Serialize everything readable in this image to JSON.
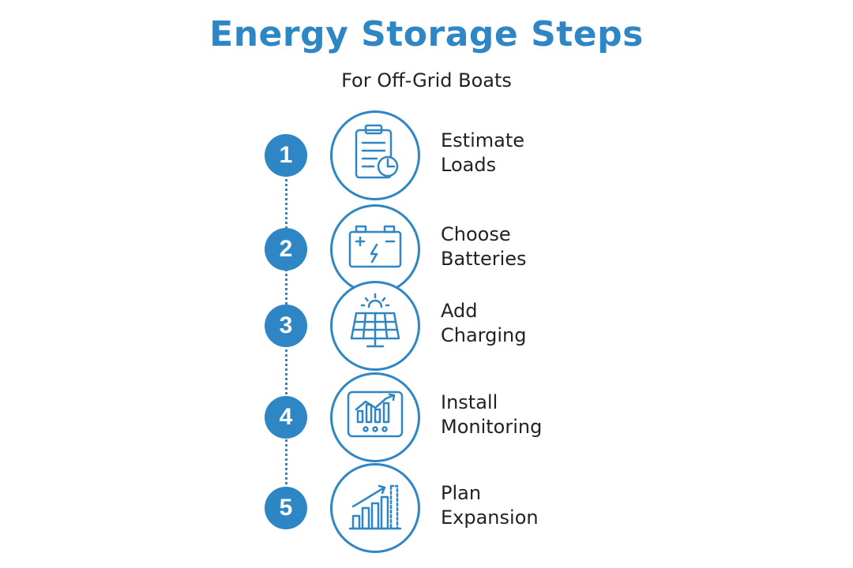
{
  "title": "Energy Storage Steps",
  "subtitle": "For Off-Grid Boats",
  "accent_color": "#2f86c5",
  "steps": [
    {
      "number": "1",
      "line1": "Estimate",
      "line2": "Loads",
      "icon": "clipboard-clock-icon"
    },
    {
      "number": "2",
      "line1": "Choose",
      "line2": "Batteries",
      "icon": "battery-icon"
    },
    {
      "number": "3",
      "line1": "Add",
      "line2": "Charging",
      "icon": "solar-panel-icon"
    },
    {
      "number": "4",
      "line1": "Install",
      "line2": "Monitoring",
      "icon": "monitor-chart-icon"
    },
    {
      "number": "5",
      "line1": "Plan",
      "line2": "Expansion",
      "icon": "growth-chart-icon"
    }
  ]
}
